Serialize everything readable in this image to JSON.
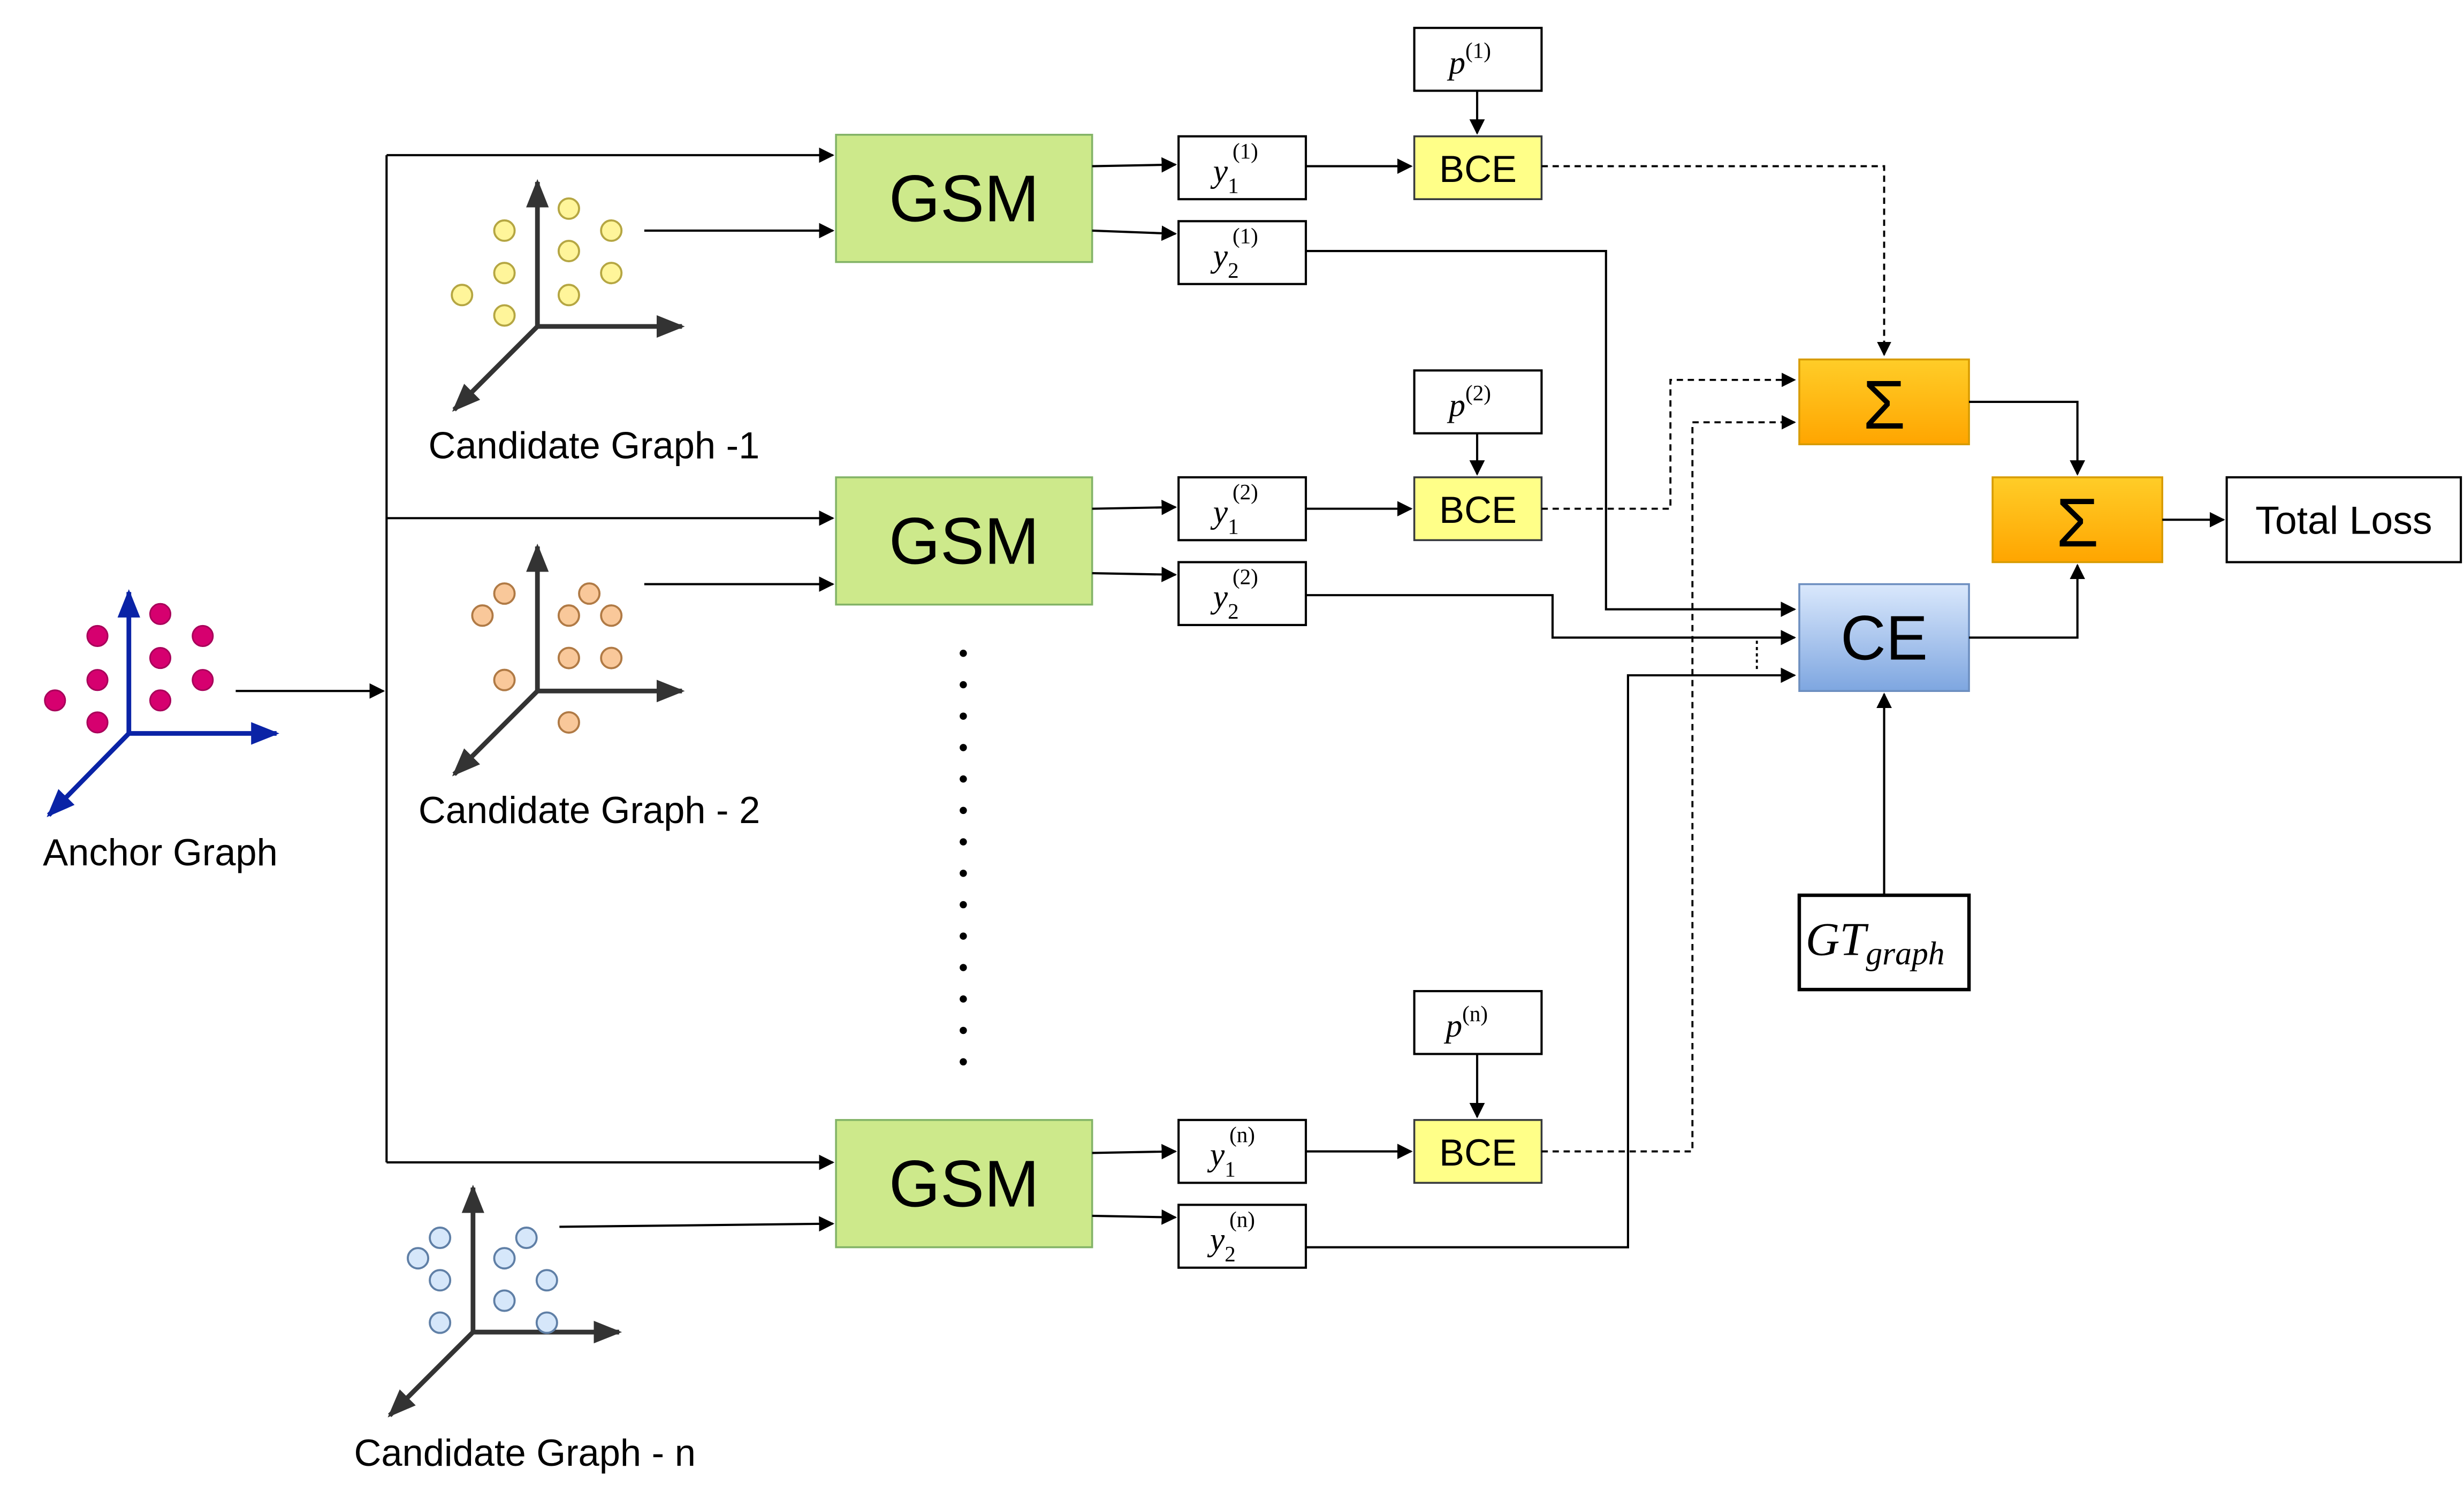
{
  "graphs": {
    "anchor": "Anchor Graph",
    "candidate_1": "Candidate Graph -1",
    "candidate_2": "Candidate Graph - 2",
    "candidate_n": "Candidate Graph - n"
  },
  "rows": [
    {
      "gsm": "GSM",
      "y1_sup": "(1)",
      "y2_sup": "(1)",
      "p_sup": "(1)",
      "bce": "BCE"
    },
    {
      "gsm": "GSM",
      "y1_sup": "(2)",
      "y2_sup": "(2)",
      "p_sup": "(2)",
      "bce": "BCE"
    },
    {
      "gsm": "GSM",
      "y1_sup": "(n)",
      "y2_sup": "(n)",
      "p_sup": "(n)",
      "bce": "BCE"
    }
  ],
  "symbols": {
    "y": "y",
    "p": "p",
    "sub1": "1",
    "sub2": "2"
  },
  "sum_symbol": "Σ",
  "ce_label": "CE",
  "gt": {
    "main": "GT",
    "sub": "graph"
  },
  "total_loss": "Total Loss",
  "colors": {
    "gsm_fill": "#cde98b",
    "bce_fill": "#ffff88",
    "sum_fill": "#ffab00",
    "ce_fill": "#9fbfe8",
    "anchor_points": "#d6006f",
    "anchor_axes": "#0a23a6",
    "cand1_points": "#fff59a",
    "cand2_points": "#f9c89a",
    "candn_points": "#d6e7fa"
  },
  "icons": [
    "3d-scatter-icon",
    "arrow-icon"
  ]
}
